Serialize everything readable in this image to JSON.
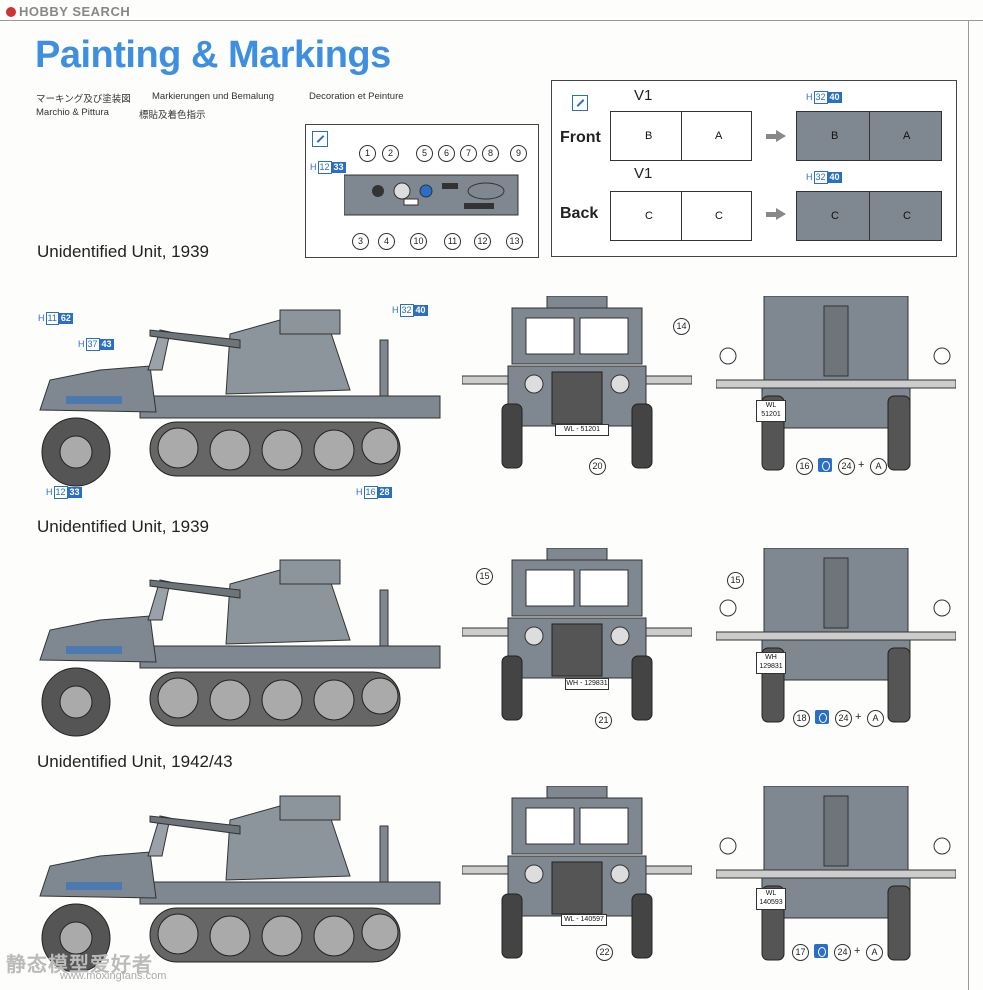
{
  "brand": "HOBBY SEARCH",
  "title": "Painting & Markings",
  "subtitles": {
    "jp": "マーキング及び塗装図",
    "de": "Markierungen und Bemalung",
    "fr": "Decoration et Peinture",
    "it": "Marchio & Pittura",
    "cn": "標貼及着色指示"
  },
  "dash": {
    "hcode": {
      "h": "H",
      "a": "12",
      "b": "33"
    },
    "top_numbers": [
      "1",
      "2",
      "5",
      "6",
      "7",
      "8",
      "9"
    ],
    "bottom_numbers": [
      "3",
      "4",
      "10",
      "11",
      "12",
      "13"
    ]
  },
  "panels": {
    "front_label": "Front",
    "back_label": "Back",
    "v1_label": "V1",
    "front_cells": [
      "B",
      "A"
    ],
    "back_cells": [
      "C",
      "C"
    ],
    "hcode_front": {
      "h": "H",
      "a": "32",
      "b": "40"
    },
    "hcode_back": {
      "h": "H",
      "a": "32",
      "b": "40"
    }
  },
  "sections": [
    {
      "title": "Unidentified Unit, 1939",
      "hcodes": [
        {
          "h": "H",
          "a": "11",
          "b": "62"
        },
        {
          "h": "H",
          "a": "37",
          "b": "43"
        },
        {
          "h": "H",
          "a": "32",
          "b": "40"
        },
        {
          "h": "H",
          "a": "12",
          "b": "33"
        },
        {
          "h": "H",
          "a": "16",
          "b": "28"
        }
      ],
      "front_callout": "14",
      "front_plate": "WL - 51201",
      "front_num": "20",
      "rear_plate": "WL\n51201",
      "rear_num": "16",
      "rear_num2": "24",
      "rear_letter": "A"
    },
    {
      "title": "Unidentified Unit, 1939",
      "front_callout": "15",
      "rear_callout": "15",
      "front_plate": "WH - 129831",
      "front_num": "21",
      "rear_plate": "WH\n129831",
      "rear_num": "18",
      "rear_num2": "24",
      "rear_letter": "A"
    },
    {
      "title": "Unidentified Unit, 1942/43",
      "front_plate": "WL - 140597",
      "front_num": "22",
      "rear_plate": "WL\n140593",
      "rear_num": "17",
      "rear_num2": "24",
      "rear_letter": "A"
    }
  ],
  "watermark": "静态模型爱好者",
  "watermark_url": "www.moxingfans.com",
  "colors": {
    "title": "#3f8fe0",
    "vehicle": "#7f8790",
    "accent": "#2a6fc4"
  }
}
